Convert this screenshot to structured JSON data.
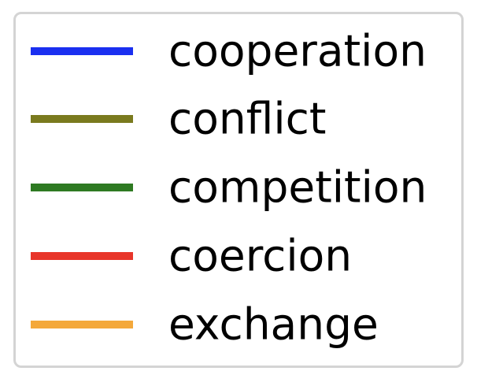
{
  "chart_data": {
    "type": "line",
    "legend": {
      "placement": "standalone",
      "entries": [
        {
          "name": "cooperation",
          "color": "#1a2ff0"
        },
        {
          "name": "conflict",
          "color": "#7a7a1e"
        },
        {
          "name": "competition",
          "color": "#2e7a22"
        },
        {
          "name": "coercion",
          "color": "#e8352a"
        },
        {
          "name": "exchange",
          "color": "#f4a83a"
        }
      ]
    }
  }
}
